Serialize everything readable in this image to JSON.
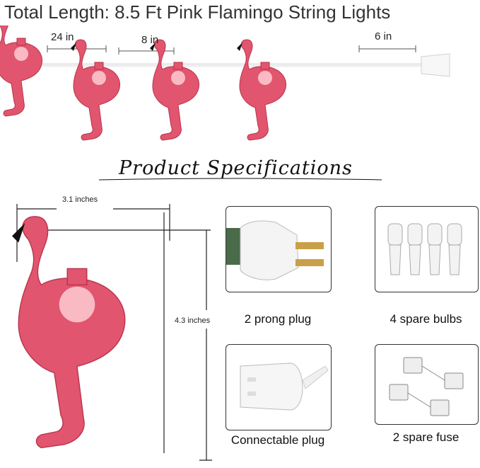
{
  "header": {
    "title": "Total Length: 8.5 Ft  Pink Flamingo String Lights",
    "spacing_labels": [
      "24 in",
      "8 in",
      "6 in"
    ]
  },
  "specs": {
    "heading": "Product Specifications",
    "width_label": "3.1 inches",
    "height_label": "4.3 inches"
  },
  "accessories": [
    {
      "caption": "2 prong plug",
      "icon": "plug-icon"
    },
    {
      "caption": "4 spare bulbs",
      "icon": "bulb-icon"
    },
    {
      "caption": "Connectable plug",
      "icon": "connector-icon"
    },
    {
      "caption": "2 spare fuse",
      "icon": "fuse-icon"
    }
  ],
  "colors": {
    "flamingo": "#e2556e",
    "flamingo_dark": "#b8334c",
    "glow": "#ffd3d8",
    "cord": "#f3f3f3"
  }
}
